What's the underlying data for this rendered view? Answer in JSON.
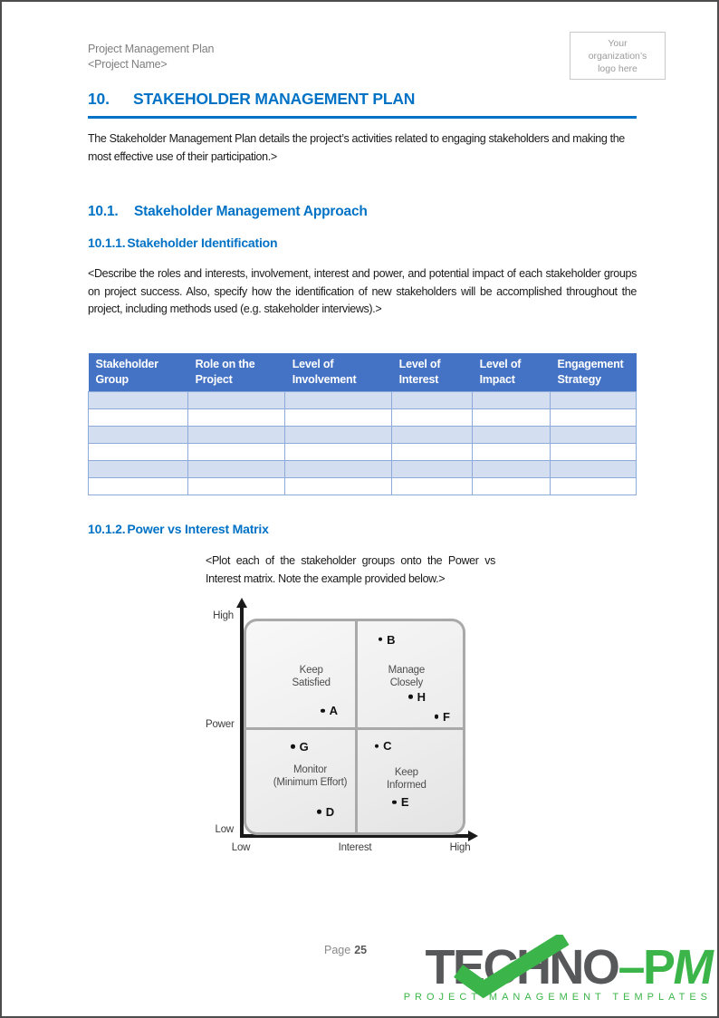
{
  "header": {
    "title": "Project Management Plan",
    "subtitle": "<Project Name>",
    "logo_placeholder": "Your organization’s logo here"
  },
  "headings": {
    "h1_number": "10.",
    "h1_title": "STAKEHOLDER MANAGEMENT PLAN",
    "s101_number": "10.1.",
    "s101_title": "Stakeholder Management Approach",
    "s1011_number": "10.1.1.",
    "s1011_title": "Stakeholder Identification",
    "s1012_number": "10.1.2.",
    "s1012_title": "Power vs Interest Matrix"
  },
  "paragraphs": {
    "intro": "The Stakeholder Management Plan details the project’s activities related to engaging stakeholders and making the most effective use of their participation.>",
    "identification": "<Describe the roles and interests, involvement, interest and power, and potential impact of each stakeholder groups on project success.  Also, specify how the identification of new stakeholders will be accomplished throughout the project, including methods used (e.g. stakeholder interviews).>",
    "matrix_note": "<Plot each of the stakeholder groups onto the Power vs Interest matrix. Note the example provided below.>"
  },
  "table": {
    "headers": [
      "Stakeholder Group",
      "Role on the Project",
      "Level of Involvement",
      "Level of Interest",
      "Level of Impact",
      "Engagement Strategy"
    ],
    "empty_rows": 6,
    "header_bg": "#4472C4",
    "shaded_row_bg": "#D3DFF1",
    "border_color": "#8EAADB"
  },
  "chart_data": {
    "type": "scatter",
    "title": "Power vs Interest Matrix",
    "xlabel": "Interest",
    "ylabel": "Power",
    "x_tick_labels": [
      "Low",
      "High"
    ],
    "y_tick_labels": [
      "Low",
      "High"
    ],
    "grid": "2x2 quadrants",
    "quadrant_labels": [
      {
        "name": "Keep\nSatisfied",
        "left_pct": 30,
        "top_pct": 26
      },
      {
        "name": "Manage\nClosely",
        "left_pct": 74,
        "top_pct": 26
      },
      {
        "name": "Monitor\n(Minimum Effort)",
        "left_pct": 29.5,
        "top_pct": 73.5
      },
      {
        "name": "Keep\nInformed",
        "left_pct": 74,
        "top_pct": 74.5
      }
    ],
    "points": [
      {
        "label": "A",
        "left_pct": 35.6,
        "top_pct": 42.7
      },
      {
        "label": "B",
        "left_pct": 62.2,
        "top_pct": 8.9
      },
      {
        "label": "C",
        "left_pct": 60.5,
        "top_pct": 59.4
      },
      {
        "label": "D",
        "left_pct": 34.0,
        "top_pct": 90.5
      },
      {
        "label": "E",
        "left_pct": 68.8,
        "top_pct": 86.0
      },
      {
        "label": "F",
        "left_pct": 88.1,
        "top_pct": 45.5
      },
      {
        "label": "G",
        "left_pct": 21.8,
        "top_pct": 59.7
      },
      {
        "label": "H",
        "left_pct": 76.2,
        "top_pct": 36.1
      }
    ]
  },
  "footer": {
    "page_label": "Page",
    "page_number": "25",
    "brand_gray": "TECHNO",
    "brand_dash": "–",
    "brand_p": "P",
    "brand_m": "M",
    "tagline": "PROJECT MANAGEMENT TEMPLATES",
    "brand_gray_color": "#57585A",
    "brand_green_color": "#3BB54A"
  },
  "colors": {
    "heading_blue": "#0072C6",
    "table_header_blue": "#4472C4"
  }
}
